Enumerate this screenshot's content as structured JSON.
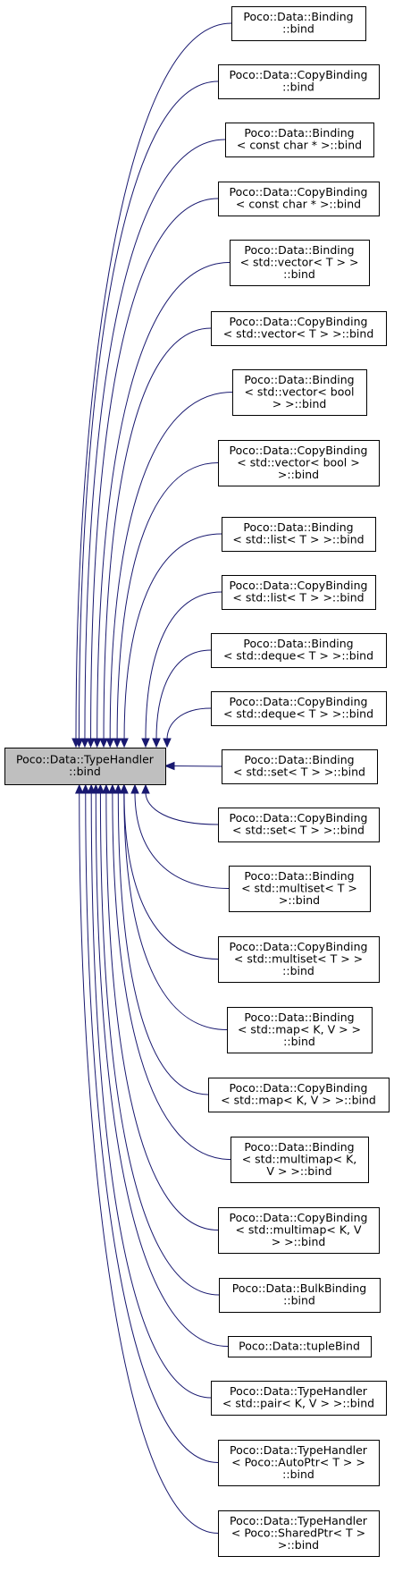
{
  "root": {
    "lines": [
      "Poco::Data::TypeHandler",
      "::bind"
    ]
  },
  "nodes": [
    {
      "lines": [
        "Poco::Data::Binding",
        "::bind"
      ]
    },
    {
      "lines": [
        "Poco::Data::CopyBinding",
        "::bind"
      ]
    },
    {
      "lines": [
        "Poco::Data::Binding",
        "< const char * >::bind"
      ]
    },
    {
      "lines": [
        "Poco::Data::CopyBinding",
        "< const char * >::bind"
      ]
    },
    {
      "lines": [
        "Poco::Data::Binding",
        "< std::vector< T > >",
        "::bind"
      ]
    },
    {
      "lines": [
        "Poco::Data::CopyBinding",
        "< std::vector< T > >::bind"
      ]
    },
    {
      "lines": [
        "Poco::Data::Binding",
        "< std::vector< bool",
        "> >::bind"
      ]
    },
    {
      "lines": [
        "Poco::Data::CopyBinding",
        "< std::vector< bool >",
        ">::bind"
      ]
    },
    {
      "lines": [
        "Poco::Data::Binding",
        "< std::list< T > >::bind"
      ]
    },
    {
      "lines": [
        "Poco::Data::CopyBinding",
        "< std::list< T > >::bind"
      ]
    },
    {
      "lines": [
        "Poco::Data::Binding",
        "< std::deque< T > >::bind"
      ]
    },
    {
      "lines": [
        "Poco::Data::CopyBinding",
        "< std::deque< T > >::bind"
      ]
    },
    {
      "lines": [
        "Poco::Data::Binding",
        "< std::set< T > >::bind"
      ]
    },
    {
      "lines": [
        "Poco::Data::CopyBinding",
        "< std::set< T > >::bind"
      ]
    },
    {
      "lines": [
        "Poco::Data::Binding",
        "< std::multiset< T >",
        ">::bind"
      ]
    },
    {
      "lines": [
        "Poco::Data::CopyBinding",
        "< std::multiset< T > >",
        "::bind"
      ]
    },
    {
      "lines": [
        "Poco::Data::Binding",
        "< std::map< K, V > >",
        "::bind"
      ]
    },
    {
      "lines": [
        "Poco::Data::CopyBinding",
        "< std::map< K, V > >::bind"
      ]
    },
    {
      "lines": [
        "Poco::Data::Binding",
        "< std::multimap< K,",
        "V > >::bind"
      ]
    },
    {
      "lines": [
        "Poco::Data::CopyBinding",
        "< std::multimap< K, V",
        "> >::bind"
      ]
    },
    {
      "lines": [
        "Poco::Data::BulkBinding",
        "::bind"
      ]
    },
    {
      "lines": [
        "Poco::Data::tupleBind"
      ]
    },
    {
      "lines": [
        "Poco::Data::TypeHandler",
        "< std::pair< K, V > >::bind"
      ]
    },
    {
      "lines": [
        "Poco::Data::TypeHandler",
        "< Poco::AutoPtr< T > >",
        "::bind"
      ]
    },
    {
      "lines": [
        "Poco::Data::TypeHandler",
        "< Poco::SharedPtr< T >",
        ">::bind"
      ]
    }
  ]
}
